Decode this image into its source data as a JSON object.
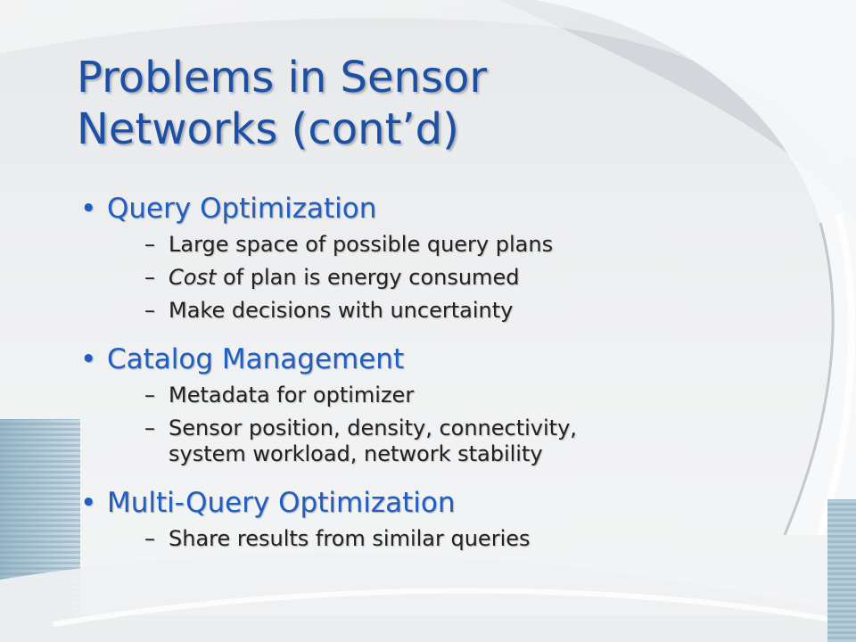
{
  "slide": {
    "title_line1": "Problems in Sensor",
    "title_line2": "Networks (cont’d)",
    "sections": [
      {
        "heading": "Query Optimization",
        "items": [
          {
            "text": "Large space of possible query plans"
          },
          {
            "emphasis": "Cost",
            "rest": " of plan is energy consumed"
          },
          {
            "text": "Make decisions with uncertainty"
          }
        ]
      },
      {
        "heading": "Catalog Management",
        "items": [
          {
            "text": "Metadata for optimizer"
          },
          {
            "line1": "Sensor position, density, connectivity,",
            "line2": "system workload, network stability"
          }
        ]
      },
      {
        "heading": "Multi-Query Optimization",
        "items": [
          {
            "text": "Share results from similar queries"
          }
        ]
      }
    ]
  },
  "theme": {
    "title_color": "#1c4fa6",
    "bullet_color": "#1f5fc4",
    "sub_text_color": "#222222",
    "background_color": "#eceeef"
  }
}
